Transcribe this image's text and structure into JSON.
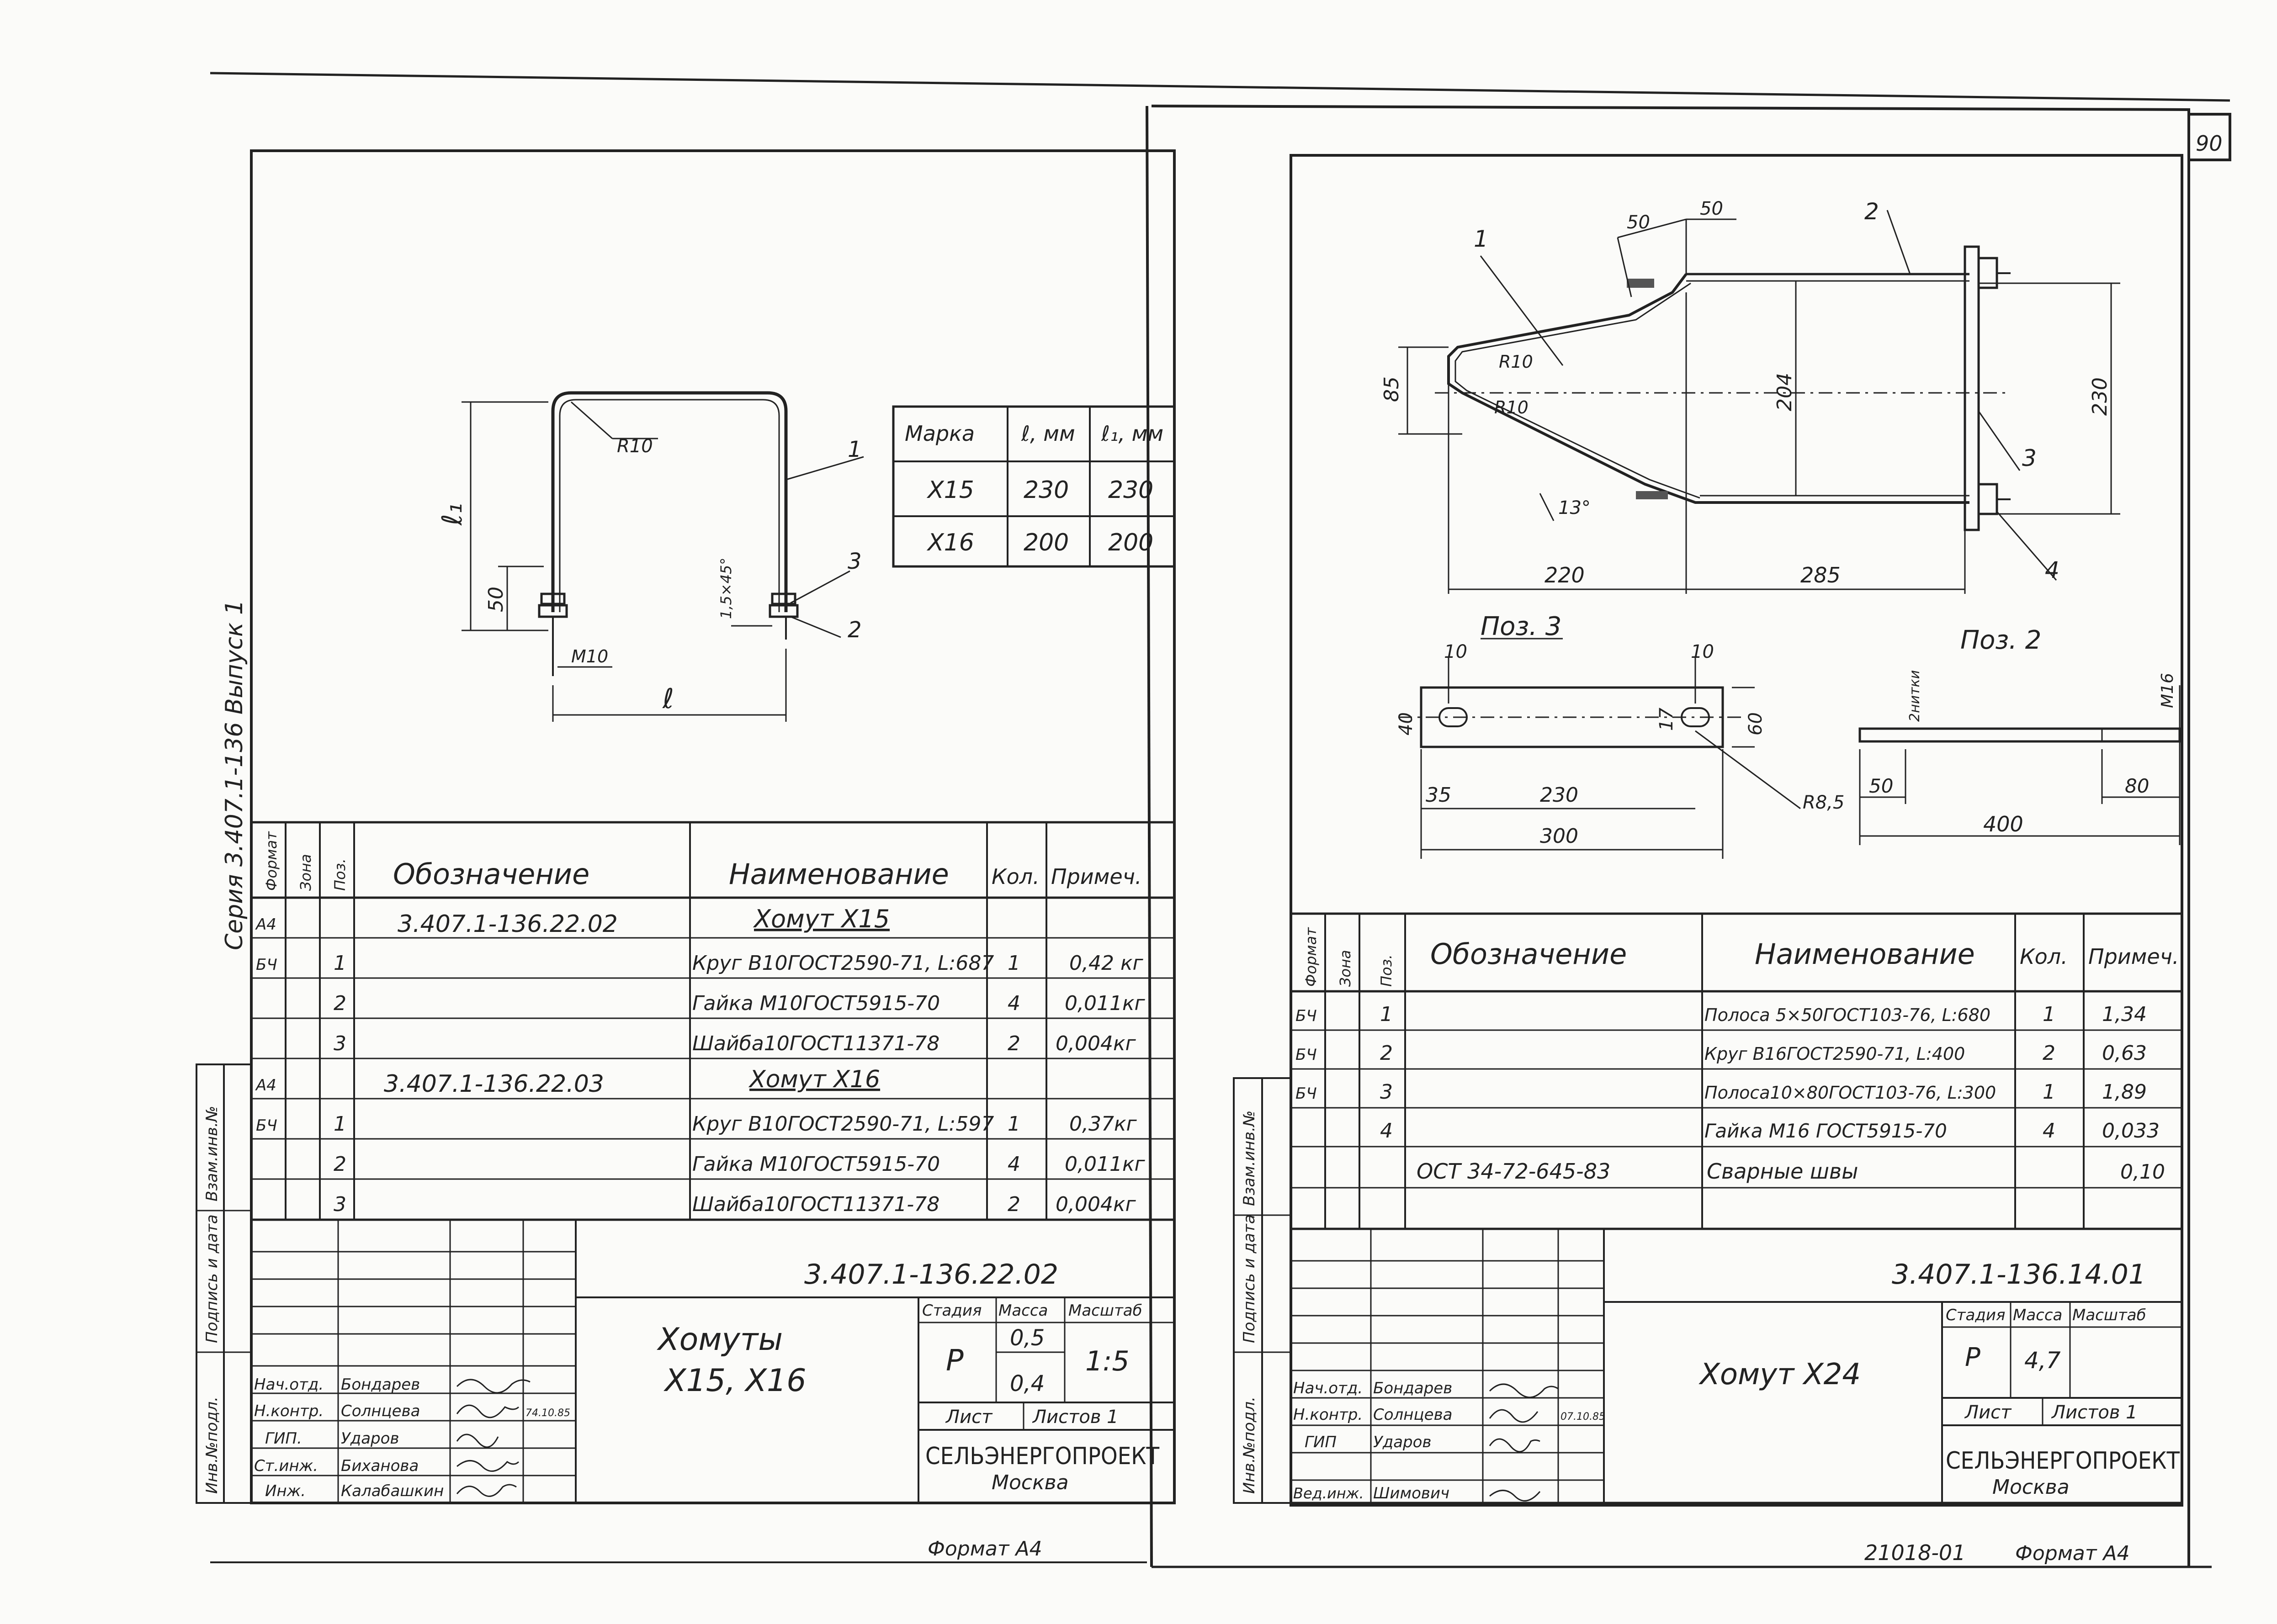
{
  "page_number": "90",
  "side_stamp": "Серия 3.407.1-136 Выпуск 1",
  "side_labels": [
    "Инв.№подл.",
    "Подпись и дата",
    "Взам.инв.№"
  ],
  "left": {
    "table_marka": {
      "headers": [
        "Марка",
        "ℓ, мм",
        "ℓ₁, мм"
      ],
      "rows": [
        [
          "Х15",
          "230",
          "230"
        ],
        [
          "Х16",
          "200",
          "200"
        ]
      ]
    },
    "drawing_labels": {
      "r10": "R10",
      "pos1": "1",
      "pos2": "2",
      "pos3": "3",
      "dim_50": "50",
      "dim_l1": "ℓ₁",
      "dim_l": "ℓ",
      "thread": "М10",
      "chamfer": "1,5×45°"
    },
    "spec": {
      "headers": [
        "Формат",
        "Зона",
        "Поз.",
        "Обозначение",
        "Наименование",
        "Кол.",
        "Примеч."
      ],
      "rows": [
        [
          "А4",
          "",
          "",
          "3.407.1-136.22.02",
          "Хомут Х15",
          "",
          ""
        ],
        [
          "БЧ",
          "",
          "1",
          "",
          "Круг В10ГОСТ2590-71, L:687",
          "1",
          "0,42 кг"
        ],
        [
          "",
          "",
          "2",
          "",
          "Гайка М10ГОСТ5915-70",
          "4",
          "0,011кг"
        ],
        [
          "",
          "",
          "3",
          "",
          "Шайба10ГОСТ11371-78",
          "2",
          "0,004кг"
        ],
        [
          "А4",
          "",
          "",
          "3.407.1-136.22.03",
          "Хомут Х16",
          "",
          ""
        ],
        [
          "БЧ",
          "",
          "1",
          "",
          "Круг В10ГОСТ2590-71, L:597",
          "1",
          "0,37кг"
        ],
        [
          "",
          "",
          "2",
          "",
          "Гайка М10ГОСТ5915-70",
          "4",
          "0,011кг"
        ],
        [
          "",
          "",
          "3",
          "",
          "Шайба10ГОСТ11371-78",
          "2",
          "0,004кг"
        ]
      ]
    },
    "title_block": {
      "designation": "3.407.1-136.22.02",
      "name_line1": "Хомуты",
      "name_line2": "Х15, Х16",
      "stage_label": "Стадия",
      "mass_label": "Масса",
      "scale_label": "Масштаб",
      "stage": "Р",
      "mass1": "0,5",
      "mass2": "0,4",
      "scale": "1:5",
      "sheet_label": "Лист",
      "sheets_label": "Листов 1",
      "org": "СЕЛЬЭНЕРГОПРОЕКТ",
      "city": "Москва",
      "signers": [
        [
          "Нач.отд.",
          "Бондарев",
          ""
        ],
        [
          "Н.контр.",
          "Солнцева",
          "74.10.85"
        ],
        [
          "ГИП.",
          "Ударов",
          ""
        ],
        [
          "Ст.инж.",
          "Биханова",
          ""
        ],
        [
          "Инж.",
          "Калабашкин",
          ""
        ]
      ]
    },
    "format": "Формат А4"
  },
  "right": {
    "drawing_labels": {
      "pos1": "1",
      "pos2": "2",
      "pos3": "3",
      "pos4": "4",
      "d50a": "50",
      "d50b": "50",
      "r10a": "R10",
      "r10b": "R10",
      "d85": "85",
      "d204": "204",
      "d230": "230",
      "d220": "220",
      "d285": "285",
      "angle": "13°",
      "poz3_title": "Поз. 3",
      "poz2_title": "Поз. 2",
      "p3_10a": "10",
      "p3_10b": "10",
      "p3_40": "40",
      "p3_17": "17",
      "p3_60": "60",
      "p3_r85": "R8,5",
      "p3_35": "35",
      "p3_230": "230",
      "p3_300": "300",
      "p2_thread": "2нитки",
      "p2_m16": "М16",
      "p2_50": "50",
      "p2_80": "80",
      "p2_400": "400"
    },
    "spec": {
      "headers": [
        "Формат",
        "Зона",
        "Поз.",
        "Обозначение",
        "Наименование",
        "Кол.",
        "Примеч."
      ],
      "rows": [
        [
          "БЧ",
          "",
          "1",
          "",
          "Полоса 5×50ГОСТ103-76, L:680",
          "1",
          "1,34"
        ],
        [
          "БЧ",
          "",
          "2",
          "",
          "Круг В16ГОСТ2590-71, L:400",
          "2",
          "0,63"
        ],
        [
          "БЧ",
          "",
          "3",
          "",
          "Полоса10×80ГОСТ103-76, L:300",
          "1",
          "1,89"
        ],
        [
          "",
          "",
          "4",
          "",
          "Гайка М16 ГОСТ5915-70",
          "4",
          "0,033"
        ],
        [
          "",
          "",
          "",
          "ОСТ 34-72-645-83",
          "Сварные швы",
          "",
          "0,10"
        ]
      ]
    },
    "title_block": {
      "designation": "3.407.1-136.14.01",
      "name": "Хомут Х24",
      "stage_label": "Стадия",
      "mass_label": "Масса",
      "scale_label": "Масштаб",
      "stage": "Р",
      "mass": "4,7",
      "sheet_label": "Лист",
      "sheets_label": "Листов 1",
      "org": "СЕЛЬЭНЕРГОПРОЕКТ",
      "city": "Москва",
      "signers": [
        [
          "Нач.отд.",
          "Бондарев",
          ""
        ],
        [
          "Н.контр.",
          "Солнцева",
          "07.10.85"
        ],
        [
          "ГИП",
          "Ударов",
          ""
        ],
        [
          "",
          "",
          ""
        ],
        [
          "Вед.инж.",
          "Шимович",
          ""
        ]
      ]
    },
    "doc_number": "21018-01",
    "format": "Формат А4"
  }
}
